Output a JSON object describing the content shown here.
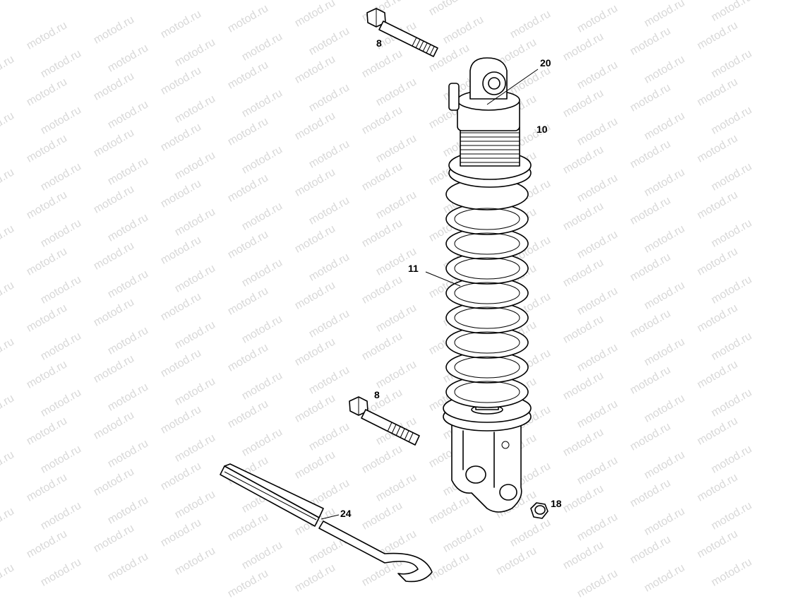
{
  "watermark": {
    "text": "motod.ru",
    "color": "#d8d8d8"
  },
  "callouts": {
    "bolt_top": "8",
    "top_eye": "20",
    "shock_body": "10",
    "spring": "11",
    "bolt_bottom": "8",
    "bushing": "18",
    "wrench": "24"
  }
}
